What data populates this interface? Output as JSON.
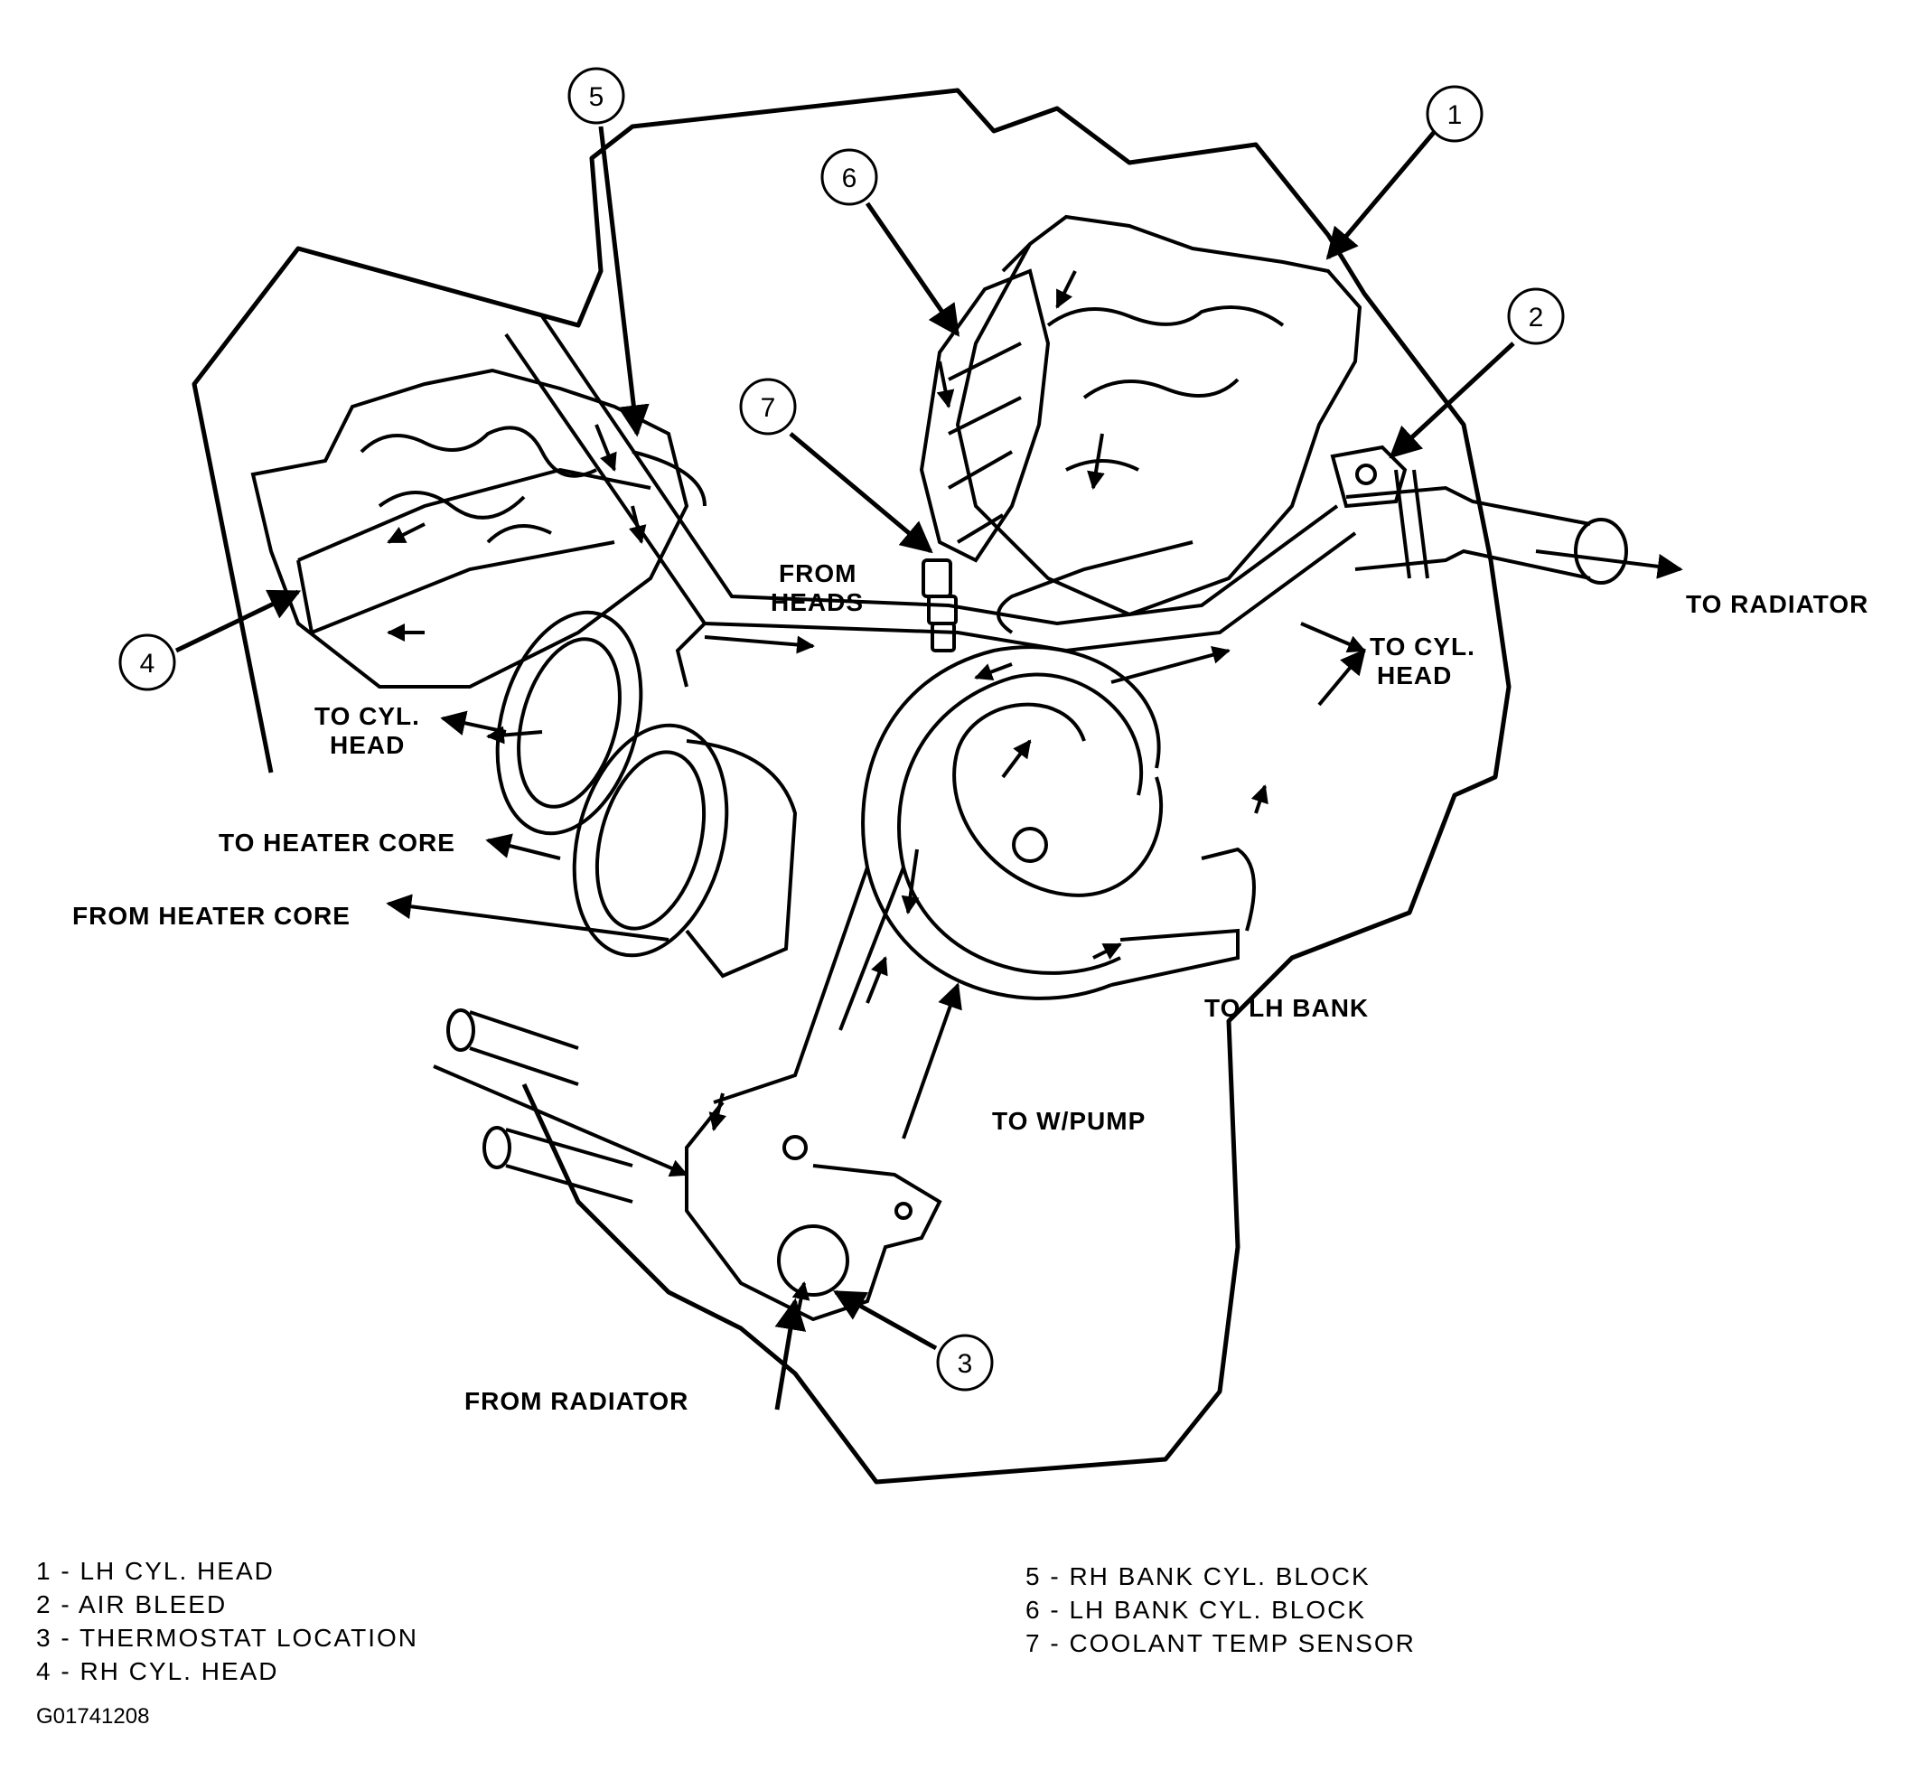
{
  "callouts": [
    "1",
    "2",
    "3",
    "4",
    "5",
    "6",
    "7"
  ],
  "labels": {
    "to_radiator": "TO RADIATOR",
    "from_heads_1": "FROM",
    "from_heads_2": "HEADS",
    "to_cyl_head_right_1": "TO CYL.",
    "to_cyl_head_right_2": "HEAD",
    "to_cyl_head_left_1": "TO CYL.",
    "to_cyl_head_left_2": "HEAD",
    "to_heater_core": "TO HEATER CORE",
    "from_heater_core": "FROM HEATER CORE",
    "to_lh_bank": "TO LH BANK",
    "to_w_pump": "TO W/PUMP",
    "from_radiator": "FROM RADIATOR"
  },
  "legend_left": [
    "1 - LH CYL. HEAD",
    "2 - AIR BLEED",
    "3 - THERMOSTAT LOCATION",
    "4 - RH CYL. HEAD"
  ],
  "legend_right": [
    "5 - RH BANK CYL. BLOCK",
    "6 - LH BANK CYL. BLOCK",
    "7 - COOLANT TEMP SENSOR"
  ],
  "figure_code": "G01741208"
}
